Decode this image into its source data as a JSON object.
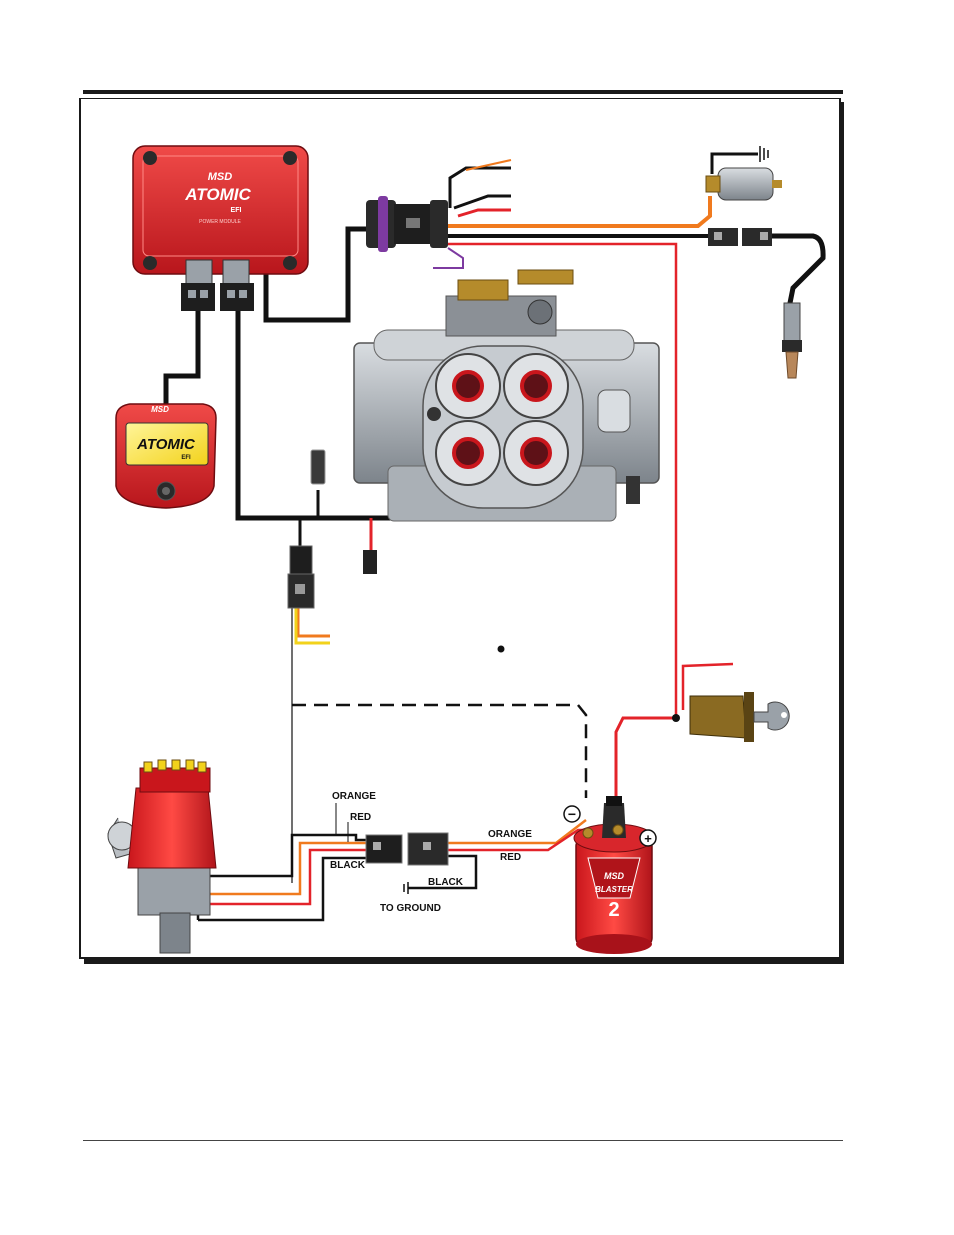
{
  "power_module": {
    "brand": "MSD",
    "product": "ATOMIC",
    "sub": "EFI",
    "caption": "POWER MODULE"
  },
  "handheld": {
    "brand": "MSD",
    "product": "ATOMIC",
    "sub": "EFI"
  },
  "coil": {
    "brand": "MSD",
    "line": "BLASTER",
    "number": "2"
  },
  "labels": {
    "orange_top": "ORANGE",
    "red_top": "RED",
    "black_left": "BLACK",
    "orange_right": "ORANGE",
    "red_right": "RED",
    "black_ground": "BLACK",
    "to_ground": "TO GROUND",
    "coil_negative": "−",
    "coil_positive": "+"
  },
  "colors": {
    "module_red": "#d8262c",
    "wire_black": "#111111",
    "wire_red": "#e3232a",
    "wire_orange": "#f07a1e",
    "wire_yellow": "#f2d21b",
    "wire_purple": "#7d3aa0",
    "throttle_gray": "#9aa1a8",
    "brass": "#8a6a22"
  }
}
